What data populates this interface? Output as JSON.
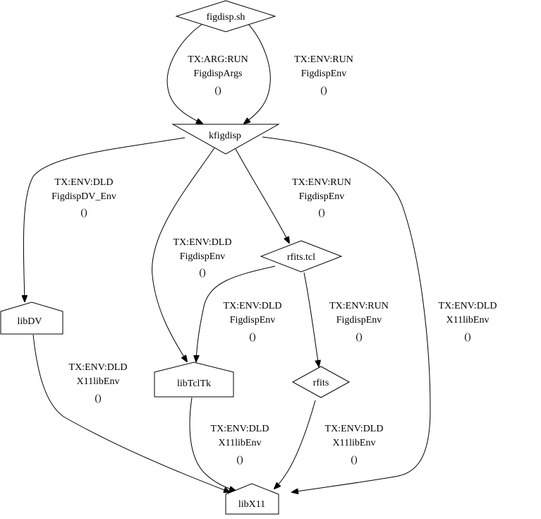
{
  "nodes": {
    "figdisp_sh": {
      "label": "figdisp.sh",
      "shape": "diamond"
    },
    "kfigdisp": {
      "label": "kfigdisp",
      "shape": "inverted-triangle"
    },
    "rfits_tcl": {
      "label": "rfits.tcl",
      "shape": "diamond"
    },
    "libDV": {
      "label": "libDV",
      "shape": "house"
    },
    "libTclTk": {
      "label": "libTclTk",
      "shape": "house"
    },
    "rfits": {
      "label": "rfits",
      "shape": "diamond"
    },
    "libX11": {
      "label": "libX11",
      "shape": "house"
    }
  },
  "edges": [
    {
      "id": "e1",
      "from": "figdisp.sh",
      "to": "kfigdisp",
      "lines": [
        "TX:ARG:RUN",
        "FigdispArgs",
        "()"
      ]
    },
    {
      "id": "e2",
      "from": "figdisp.sh",
      "to": "kfigdisp",
      "lines": [
        "TX:ENV:RUN",
        "FigdispEnv",
        "()"
      ]
    },
    {
      "id": "e3",
      "from": "kfigdisp",
      "to": "libDV",
      "lines": [
        "TX:ENV:DLD",
        "FigdispDV_Env",
        "()"
      ]
    },
    {
      "id": "e4",
      "from": "kfigdisp",
      "to": "libTclTk",
      "lines": [
        "TX:ENV:DLD",
        "FigdispEnv",
        "()"
      ]
    },
    {
      "id": "e5",
      "from": "kfigdisp",
      "to": "rfits.tcl",
      "lines": [
        "TX:ENV:RUN",
        "FigdispEnv",
        "()"
      ]
    },
    {
      "id": "e6",
      "from": "kfigdisp",
      "to": "libX11",
      "lines": [
        "TX:ENV:DLD",
        "X11libEnv",
        "()"
      ]
    },
    {
      "id": "e7",
      "from": "rfits.tcl",
      "to": "libTclTk",
      "lines": [
        "TX:ENV:DLD",
        "FigdispEnv",
        "()"
      ]
    },
    {
      "id": "e8",
      "from": "rfits.tcl",
      "to": "rfits",
      "lines": [
        "TX:ENV:RUN",
        "FigdispEnv",
        "()"
      ]
    },
    {
      "id": "e9",
      "from": "libDV",
      "to": "libX11",
      "lines": [
        "TX:ENV:DLD",
        "X11libEnv",
        "()"
      ]
    },
    {
      "id": "e10",
      "from": "libTclTk",
      "to": "libX11",
      "lines": [
        "TX:ENV:DLD",
        "X11libEnv",
        "()"
      ]
    },
    {
      "id": "e11",
      "from": "rfits",
      "to": "libX11",
      "lines": [
        "TX:ENV:DLD",
        "X11libEnv",
        "()"
      ]
    }
  ]
}
